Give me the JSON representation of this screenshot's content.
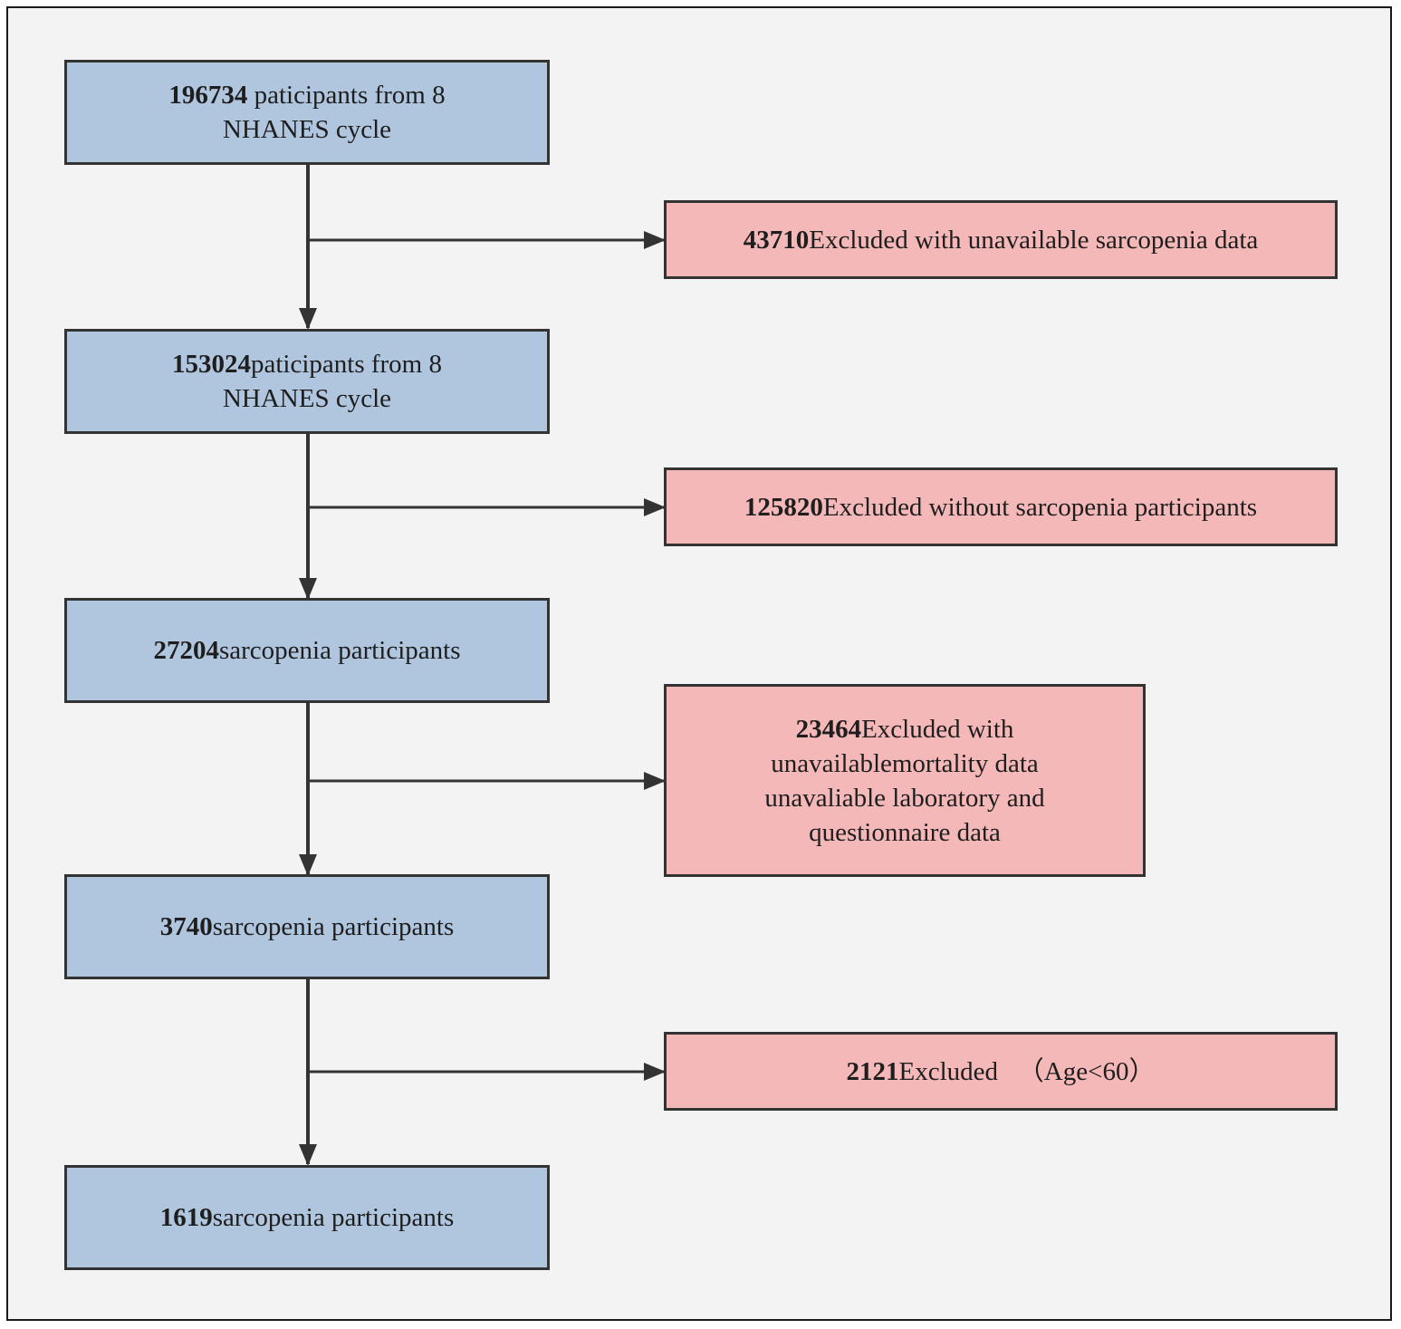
{
  "colors": {
    "main_box": "#b0c6df",
    "exclusion_box": "#f5b8b8",
    "border": "#333333",
    "background": "#f3f3f3"
  },
  "main_boxes": [
    {
      "count": "196734",
      "text": " paticipants from 8",
      "line2": "NHANES cycle"
    },
    {
      "count": "153024",
      "text": "paticipants from 8",
      "line2": "NHANES cycle"
    },
    {
      "count": "27204",
      "text": "sarcopenia participants"
    },
    {
      "count": "3740",
      "text": "sarcopenia participants"
    },
    {
      "count": "1619",
      "text": "sarcopenia participants"
    }
  ],
  "exclusion_boxes": [
    {
      "count": "43710",
      "text": "Excluded with unavailable sarcopenia data"
    },
    {
      "count": "125820",
      "text": "Excluded without sarcopenia participants"
    },
    {
      "count": "23464",
      "text": "Excluded with",
      "line2": "unavailablemortality data",
      "line3": "unavaliable laboratory and",
      "line4": "questionnaire data"
    },
    {
      "count": "2121",
      "text": "Excluded 　（Age<60）"
    }
  ]
}
